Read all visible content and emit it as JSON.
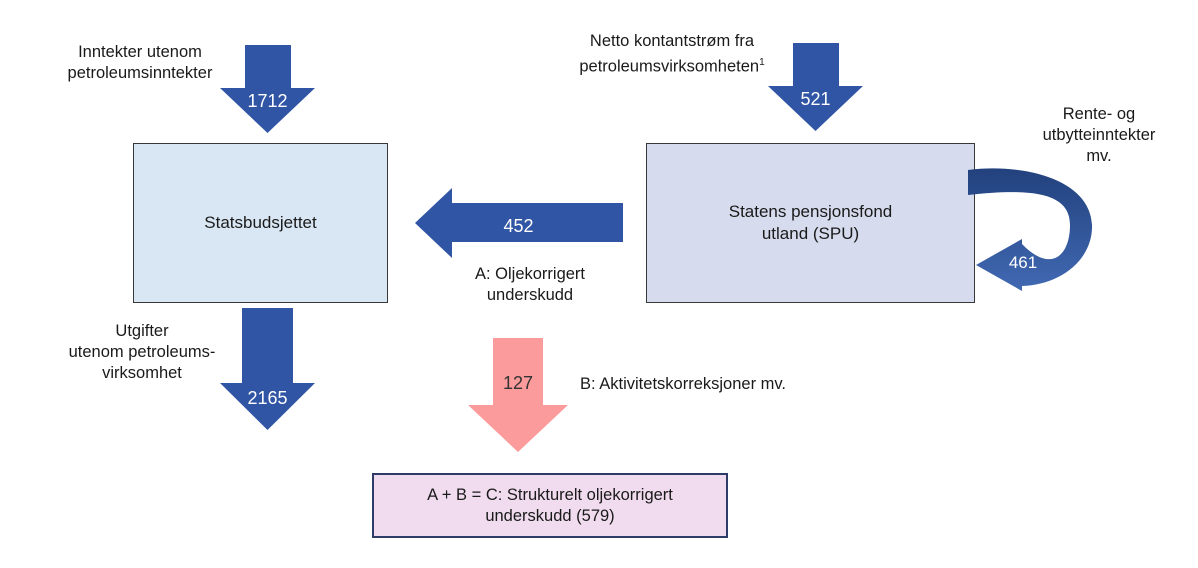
{
  "diagram": {
    "title_implicit": "Statsbudsjettet og Statens pensjonsfond utland",
    "colors": {
      "arrow_blue": "#3055A5",
      "arrow_pink": "#FB9B9B",
      "curve_dark": "#22417D",
      "curve_light": "#4169B3",
      "statsbudsjettet_fill": "#D9E7F4",
      "spu_fill": "#D6DBED",
      "box_border": "#383838",
      "result_fill": "#F0DCEE",
      "result_border": "#2F3C68",
      "text": "#1a1a1a"
    },
    "nodes": {
      "statsbudsjettet": {
        "label": "Statsbudsjettet"
      },
      "spu": {
        "line1": "Statens pensjonsfond",
        "line2": "utland (SPU)"
      },
      "result": {
        "line1": "A + B = C: Strukturelt oljekorrigert",
        "line2": "underskudd (579)"
      }
    },
    "flows": {
      "non_petroleum_income": {
        "label_line1": "Inntekter utenom",
        "label_line2": "petroleumsinntekter",
        "value": "1712"
      },
      "net_cash_flow": {
        "label_line1": "Netto kontantstrøm fra",
        "label_line2": "petroleumsvirksomheten",
        "superscript": "1",
        "value": "521"
      },
      "interest_dividends": {
        "label_line1": "Rente- og",
        "label_line2": "utbytteinntekter",
        "label_line3": "mv.",
        "value": "461"
      },
      "oil_corrected_deficit": {
        "value": "452",
        "label_line1": "A: Oljekorrigert",
        "label_line2": "underskudd"
      },
      "expenses": {
        "label_line1": "Utgifter",
        "label_line2": "utenom petroleums-",
        "label_line3": "virksomhet",
        "value": "2165"
      },
      "activity_corrections": {
        "value": "127",
        "label": "B: Aktivitetskorreksjoner mv."
      }
    }
  }
}
